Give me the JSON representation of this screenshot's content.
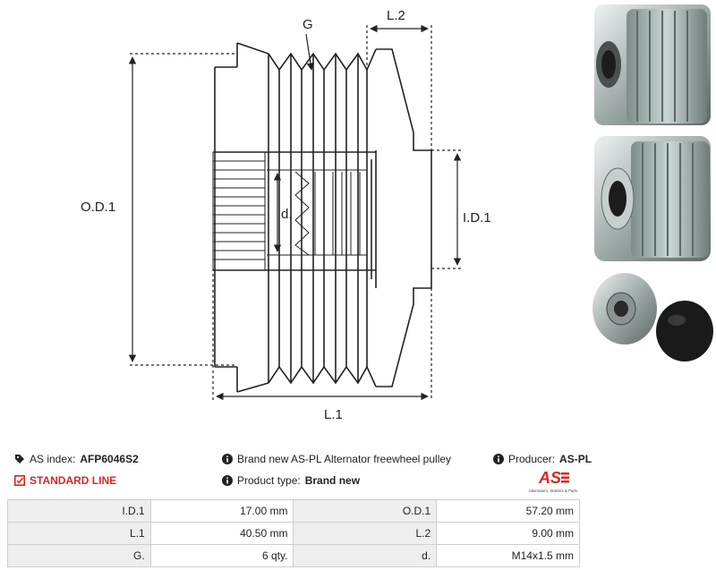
{
  "drawing": {
    "labels": {
      "g": "G",
      "l2": "L.2",
      "od1": "O.D.1",
      "id1": "I.D.1",
      "d": "d.",
      "l1": "L.1"
    }
  },
  "photos": [
    "pulley-photo-front",
    "pulley-photo-angle",
    "pulley-photo-cap"
  ],
  "info": {
    "as_index_label": "AS index:",
    "as_index_value": "AFP6046S2",
    "standard_line": "STANDARD LINE",
    "description": "Brand new AS-PL Alternator freewheel pulley",
    "product_type_label": "Product type:",
    "product_type_value": "Brand new",
    "producer_label": "Producer:",
    "producer_value": "AS-PL",
    "logo_text": "AS",
    "logo_tagline": "Alternators, Starters & Parts"
  },
  "specs": [
    {
      "l1": "I.D.1",
      "v1": "17.00 mm",
      "l2": "O.D.1",
      "v2": "57.20 mm"
    },
    {
      "l1": "L.1",
      "v1": "40.50 mm",
      "l2": "L.2",
      "v2": "9.00 mm"
    },
    {
      "l1": "G.",
      "v1": "6 qty.",
      "l2": "d.",
      "v2": "M14x1.5 mm"
    }
  ],
  "colors": {
    "accent": "#d62828",
    "label_bg": "#eeeeee",
    "border": "#cfcfcf"
  }
}
